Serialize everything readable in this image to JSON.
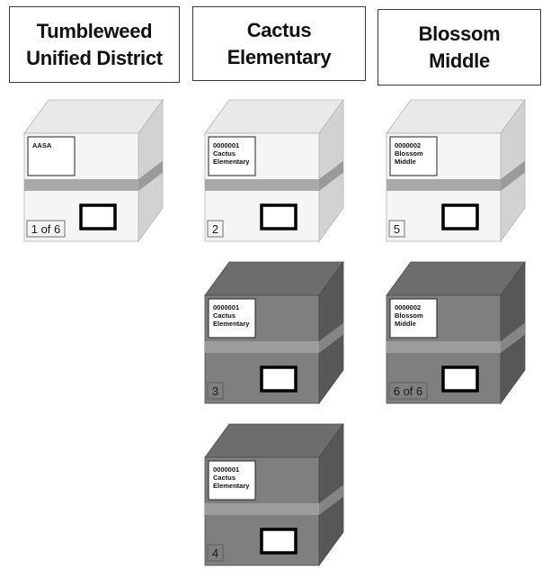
{
  "columns": [
    {
      "header": [
        "Tumbleweed",
        "Unified District"
      ]
    },
    {
      "header": [
        "Cactus",
        "Elementary"
      ]
    },
    {
      "header": [
        "Blossom",
        "Middle"
      ]
    }
  ],
  "boxes": [
    {
      "column": 0,
      "row": 0,
      "shade": "light",
      "label": [
        "AASA"
      ],
      "number": "1 of 6"
    },
    {
      "column": 1,
      "row": 0,
      "shade": "light",
      "label": [
        "0000001",
        "Cactus",
        "Elementary"
      ],
      "number": "2"
    },
    {
      "column": 2,
      "row": 0,
      "shade": "light",
      "label": [
        "0000002",
        "Blossom",
        "Middle"
      ],
      "number": "5"
    },
    {
      "column": 1,
      "row": 1,
      "shade": "dark",
      "label": [
        "0000001",
        "Cactus",
        "Elementary"
      ],
      "number": "3"
    },
    {
      "column": 2,
      "row": 1,
      "shade": "dark",
      "label": [
        "0000002",
        "Blossom",
        "Middle"
      ],
      "number": "6 of 6"
    },
    {
      "column": 1,
      "row": 2,
      "shade": "dark",
      "label": [
        "0000001",
        "Cactus",
        "Elementary"
      ],
      "number": "4"
    }
  ],
  "colors": {
    "light": {
      "front": "#f5f5f5",
      "top": "#e9e9e9",
      "side": "#d2d2d2",
      "tape": "#a9a9a9",
      "tape_side": "#9a9a9a",
      "edge": "#b4b4b4"
    },
    "dark": {
      "front": "#7f7f7f",
      "top": "#6d6d6d",
      "side": "#575757",
      "tape": "#9c9c9c",
      "tape_side": "#858585",
      "edge": "#4a4a4a"
    }
  }
}
